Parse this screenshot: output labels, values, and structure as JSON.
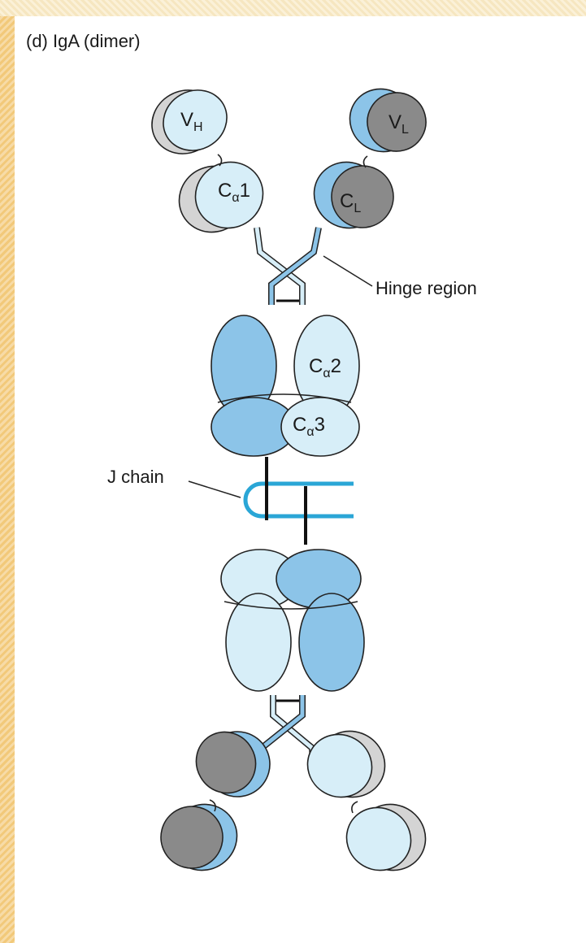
{
  "title": "(d) IgA (dimer)",
  "labels": {
    "vh_main": "V",
    "vh_sub": "H",
    "vl_main": "V",
    "vl_sub": "L",
    "cl_main": "C",
    "cl_sub": "L",
    "ca1_main": "C",
    "ca1_sub": "α",
    "ca1_num": "1",
    "ca2_main": "C",
    "ca2_sub": "α",
    "ca2_num": "2",
    "ca3_main": "C",
    "ca3_sub": "α",
    "ca3_num": "3",
    "hinge": "Hinge region",
    "jchain": "J chain"
  },
  "colors": {
    "light_blue": "#d7eef8",
    "mid_blue": "#8cc4e8",
    "dark_grey": "#8a8a8a",
    "light_grey": "#d4d4d4",
    "j_chain": "#2aa6d6",
    "outline": "#222222"
  }
}
